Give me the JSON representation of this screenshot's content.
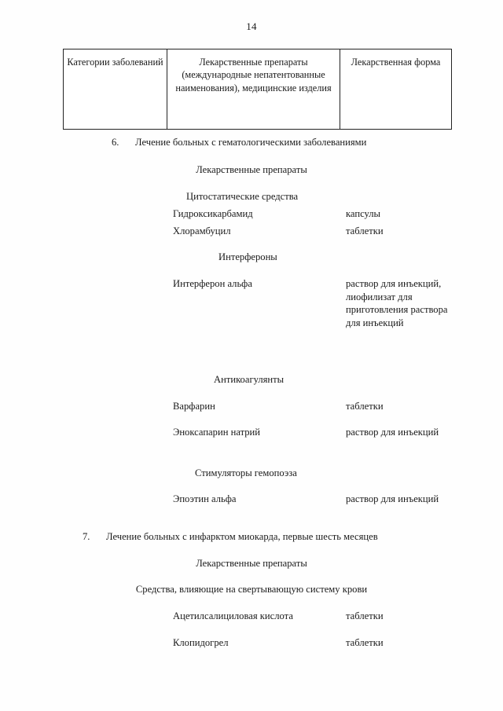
{
  "document": {
    "page_number": "14",
    "table_header": {
      "col1": "Категории\nзаболеваний",
      "col2": "Лекарственные препараты\n(международные\nнепатентованные\nнаименования), медицинские\nизделия",
      "col3": "Лекарственная\nформа"
    },
    "sections": [
      {
        "number": "6.",
        "title": "Лечение больных с гематологическими заболеваниями",
        "subtitle": "Лекарственные препараты",
        "groups": [
          {
            "name": "Цитостатические средства",
            "drugs": [
              {
                "name": "Гидроксикарбамид",
                "form": "капсулы"
              },
              {
                "name": "Хлорамбуцил",
                "form": "таблетки"
              }
            ]
          },
          {
            "name": "Интерфероны",
            "drugs": [
              {
                "name": "Интерферон альфа",
                "form": "раствор для инъекций, лиофилизат для приготовления раствора для инъекций"
              }
            ]
          },
          {
            "name": "Антикоагулянты",
            "drugs": [
              {
                "name": "Варфарин",
                "form": "таблетки"
              },
              {
                "name": "Эноксапарин натрий",
                "form": "раствор для инъекций"
              }
            ]
          },
          {
            "name": "Стимуляторы гемопоэза",
            "drugs": [
              {
                "name": "Эпоэтин альфа",
                "form": "раствор для инъекций"
              }
            ]
          }
        ]
      },
      {
        "number": "7.",
        "title": "Лечение больных с инфарктом миокарда, первые шесть месяцев",
        "subtitle": "Лекарственные препараты",
        "groups": [
          {
            "name": "Средства, влияющие на свертывающую систему крови",
            "drugs": [
              {
                "name": "Ацетилсалициловая кислота",
                "form": "таблетки"
              },
              {
                "name": "Клопидогрел",
                "form": "таблетки"
              }
            ]
          }
        ]
      }
    ]
  }
}
